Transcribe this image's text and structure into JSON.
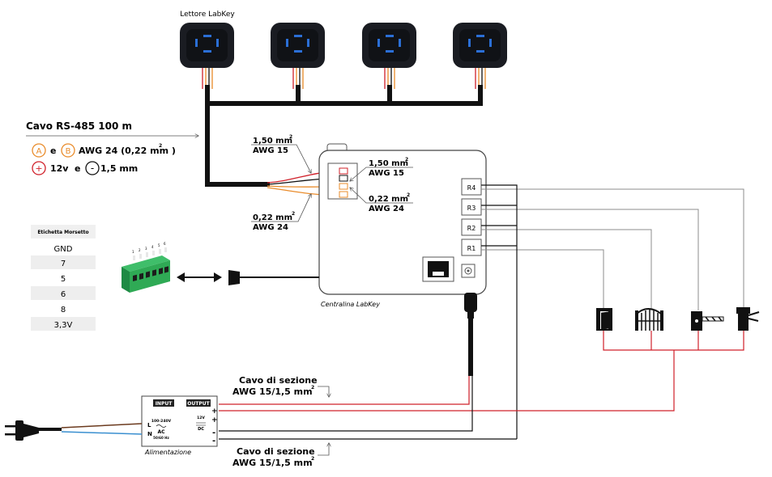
{
  "readers": {
    "title": "Lettore LabKey",
    "count": 4
  },
  "cable": {
    "title": "Cavo RS-485 100 m",
    "ab_line": {
      "a": "A",
      "e1": "e",
      "b": "B",
      "spec": "AWG 24 (0,22 mm )"
    },
    "power_line": {
      "plus": "+",
      "spec1": "12v",
      "e2": "e",
      "minus": "-",
      "spec2": "1,5 mm"
    }
  },
  "wire_labels": {
    "left_top_size": "1,50 mm",
    "left_top_awg": "AWG 15",
    "left_bottom_size": "0,22  mm",
    "left_bottom_awg": "AWG 24",
    "right_top_size": "1,50 mm",
    "right_top_awg": "AWG 15",
    "right_bottom_size": "0,22 mm",
    "right_bottom_awg": "AWG 24",
    "sup": "2"
  },
  "controller": {
    "caption": "Centralina LabKey",
    "relays": [
      "R4",
      "R3",
      "R2",
      "R1"
    ]
  },
  "terminal_table": {
    "header": "Etichetta Morsetto",
    "rows": [
      "GND",
      "7",
      "5",
      "6",
      "8",
      "3,3V"
    ]
  },
  "terminal_block": {
    "pin_labels": [
      "1",
      "2",
      "3",
      "4",
      "5",
      "6"
    ]
  },
  "power_cable": {
    "top_line1": "Cavo di sezione",
    "top_line2": "AWG 15/1,5 mm",
    "bottom_line1": "Cavo di sezione",
    "bottom_line2": "AWG 15/1,5 mm",
    "sup": "2"
  },
  "psu": {
    "caption": "Alimentazione",
    "input_label": "INPUT",
    "output_label": "OUTPUT",
    "input_voltage": "100-240V",
    "ac": "AC",
    "freq": "50/60 Hz",
    "output_voltage": "12V",
    "dc": "DC",
    "l": "L",
    "n": "N",
    "plus": "+",
    "minus": "-"
  },
  "colors": {
    "red": "#d0202a",
    "orange": "#e98b2a",
    "gray": "#8c8c8c",
    "black": "#111111",
    "brown": "#6b3a1e",
    "blue": "#3a8fd0",
    "green": "#2faa55",
    "reader_glow": "#2b6fd6"
  }
}
